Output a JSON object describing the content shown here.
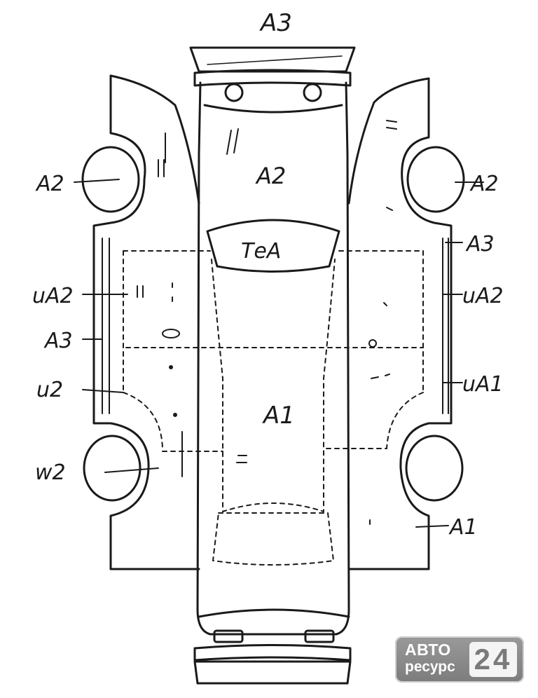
{
  "diagram": {
    "labels": {
      "top": "A3",
      "hood": "A2",
      "windshield": "ТеА",
      "roof": "A1",
      "left_front_wheel": "A2",
      "left_door_upper": "uA2",
      "left_door_mid": "A3",
      "left_door_lower": "u2",
      "left_rear_wheel": "w2",
      "right_front_wheel": "A2",
      "right_mirror": "A3",
      "right_door_upper": "uA2",
      "right_door_lower": "uA1",
      "right_rear": "A1"
    },
    "line_color": "#1a1a1a"
  },
  "watermark": {
    "line1": "АВТО",
    "line2": "ресурс",
    "number": "24",
    "bg_color": "#8a8a8a"
  }
}
